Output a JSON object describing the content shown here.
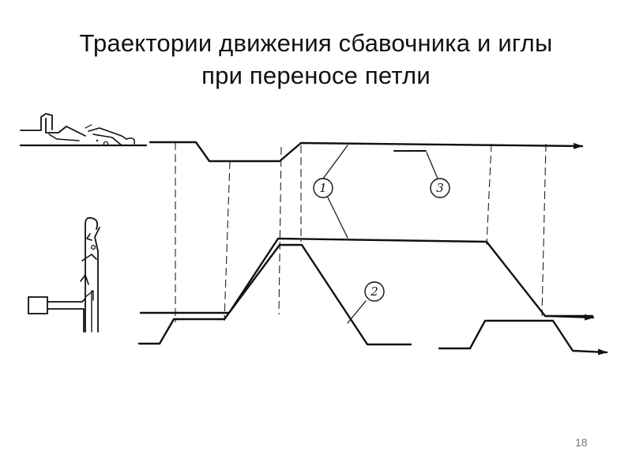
{
  "slide": {
    "title_lines": [
      "Траектории движения сбавочника и иглы",
      "при переносе петли"
    ],
    "page_number": "18"
  },
  "diagram": {
    "callouts": [
      {
        "label": "1"
      },
      {
        "label": "2"
      },
      {
        "label": "3"
      }
    ],
    "ink_color": "#111111"
  }
}
